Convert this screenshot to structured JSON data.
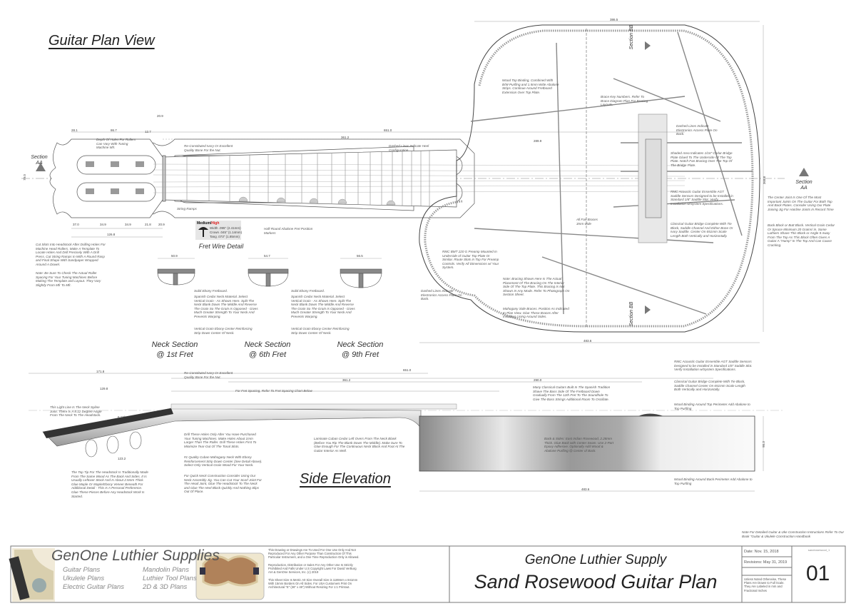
{
  "titles": {
    "plan_view": "Guitar Plan View",
    "side_elevation": "Side Elevation",
    "fret_wire_detail": "Fret Wire Detail",
    "neck_sections": [
      "Neck Section\n@ 1st Fret",
      "Neck Section\n@ 6th Fret",
      "Neck Section\n@ 9th Fret"
    ]
  },
  "section_markers": {
    "aa_left": "Section\nAA",
    "aa_right": "Section\nAA",
    "bb_top": "Section BB",
    "bb_bottom": "Section BB"
  },
  "fret_wire": {
    "grade_medium": "Medium/",
    "grade_high": "High",
    "width": "Width .095\" (2.41mm)",
    "crown": "Crown .045\" (1.14mm)",
    "tang": "Tang .073\" (1.85mm)",
    "high_color": "#e02020"
  },
  "dimensions": {
    "headstock": [
      "28.1",
      "86.7",
      "12.7",
      "20.9",
      "37.0",
      "34.9",
      "34.9",
      "21.8",
      "20.9",
      "126.8",
      "79.0"
    ],
    "plan_scale": "651.0",
    "plan_fret12": "361.2",
    "body_width": "386.5",
    "body_length": "483.6",
    "bridge": "289.9",
    "lower_bout": "368.8",
    "neck_sections": [
      "50.9",
      "54.7",
      "56.5"
    ],
    "side_171": "171.8",
    "side_129": "129.8",
    "side_scale": "651.0",
    "side_12": "361.2",
    "side_290": "290.0",
    "side_body": "483.6",
    "side_depth": "95.3",
    "side_angle": "8.12°",
    "side_123": "123.2"
  },
  "notes": {
    "depth_holes": "Depth Of Holes For Rollers Can Vary With Tuning Machine Mfr.",
    "nut": "Re-Constituted Ivory Or Excellent Quality Bone For the Nut.",
    "string_ramps": "String Ramps",
    "cut_slots": "Cut Slots Into Headstock After Drilling Holes For Machine Head Rollers. Make A Template To Locate Holes And Drill Precisely With A Drill Press. Cut String Ramps In With A Round Rasp and Final Shape With Sandpaper Wrapped Around A Dowel.",
    "check_rollers": "Note: Be Sure To Check The Actual Roller Spacing For Your Tuning Machines Before Making The Template and Layout. They Vary Slightly From Mfr To Mfr.",
    "fret_markers": "Half-Round Abalone Fret Position Markers",
    "dashed_heel": "Dashed Lines Indicate Heel Configuration.",
    "solid_ebony": "Solid Ebony Fretboard.",
    "spanish_cedar": "Spanish Cedar Neck Material. Select Vertical Grain - As Shown Here. Split The Neck Blank Down The Middle And Reverse The Grain So The Grain Is Opposed - Gives Much Greater Strength To Your Neck And Prevents Warping.",
    "ebony_strip": "Vertical Grain Ebony Center Reinforcing Strip Down Center Of Neck.",
    "binding": "Wood Top Binding, Combined With B/W Purfling and 1.5mm Wide Abalone Strips. Continue Around Fretboard Extension Over Top Plate.",
    "brace_key": "Brace Key Numbers. Refer To Brace Diagram Plan For Bracing Layouts.",
    "electronics_plate": "Dashed Lines Indicate Electronics Access Plate On Back.",
    "bridge_plate": "Shaded Area Indicates 1/16\" Cedar Bridge Plate Glued To The Underside Of The Top Plate. Notch Fan Bracing Over The Top Of The Bridge Plate.",
    "rmc_saddle": "RMC Acoustic Guitar Ensemble AGT Saddle Sensors Designed to be Installed in Standard 1/8\" Saddle Slot. Verify Installation w/System Specifications.",
    "fan_braces": "All Fan Braces 3mm wide",
    "bridge_complete": "Classical Guitar Bridge Complete With Tie Block, Saddle Channel And Either Bone Or Ivory Saddle. Center On 651mm Scale Length Both Vertically and Horizontally.",
    "center_joint": "The Center Joint Is One Of The Most Important Joints On The Guitar For Both Top And Back Plates. Consider Using Our Plate Joining Jig For Hairline Joints In Record Time",
    "back_block": "Back Block or Butt Block. Vertical Grain Cedar Or Spruce Minimum 20 Grains/ in. Some Luthiers Shave This Block or Angle It Away From The Top As This Block Often Gives A Guitar A \"Hump\" In The Top And Can Cause Cracking.",
    "preamp": "RMC BMT 220 G Preamp Mounted In Underside of Guitar Top Plate Or Similar. Route Slots in Top For Preamp Controls. Verify All Dimensions w/ Your System.",
    "access_plate": "Dashed Lines Indicate Electronics Access Plate On Back.",
    "bracing_shown": "Note: Bracing Shown Here Is The Actual Placement Of The Bracing On The Interior Side Of The Top Plate. This Bracing Is Not Shown In Any Mode. Refer To Photograph On Section Sheet.",
    "mahogany_braces": "Mahogany Side Braces. Position As Indicated In Plan View. Glue These Braces After Installing Lining Around Sides.",
    "fret_spacing": "For Fret Spacing, Refer To Fret Spacing Chart Below",
    "neck_spline": "This Light Line Is The Neck Spline Joint. There Is A 8.12 Degree Angle From The Neck To The Headstock.",
    "drill_holes": "Drill These Holes Only After You Have Purchased Your Tuning Machines. Make Holes About 1mm Larger Than The Roller. Drill These Holes First To Minimize Tear-Out Of The Tonal Slots.",
    "mahogany_neck": "#1 Quality Cuban Mahogany Neck With Ebony Reinforcement Strip Down Center (See Detail Above). Select Only Vertical Grain Wood For Your Neck.",
    "quick_neck": "For Quick Neck Construction Consider Using Our Neck Assembly Jig. You Can Cut Your Scarf Joint For The Head Joint, Glue The Headstock To The Neck and Glue The Heel Block Quickly And Nothing Slips Out Of Place.",
    "top_tip": "The Top Tip For The Headstock Is Traditionally Made From The Same Wood As The Back And Sides. It Is Usually Leftover Stock And Is About 2.5mm Thick. Glue Maple Or Maple/Ebony Veneer Beneath For Additional Detail - This Is A Personal Preference. Glue These Pieces Before Any Headstock Work Is Started.",
    "laminate": "Laminate Cuban Cedar Left Overs From The Neck Blank (Before You Rip The Blank Down The Middle). Make Sure To Glue Enough For The Continuous Neck Block And Foot At The Guitar Interior As Well.",
    "spanish_tradition": "Many Classical Guitars Built In The Spanish Tradition Shave The Bass Side Of The Fretboard Down Gradually From The 12th Fret To The Soundhole To Give The Bass Strings Additional Room To Oscillate.",
    "back_sides": "Back & Sides: East Indian Rosewood, 2.28mm Thick. Glue Back with Center Seam. Use 2-Part Epoxy Adhesive. Optionally Add Wood & Abalone Purfling @ Center of Back.",
    "side_rmc": "RMC Acoustic Guitar Ensemble AGT Saddle Sensors Designed to be Installed in Standard 1/8\" Saddle Slot. Verify Installation w/System Specifications.",
    "side_bridge": "Classical Guitar Bridge Complete With Tie Block, Saddle Channel Center On 651mm Scale Length Both Vertically and Horizontally.",
    "binding_top": "Wood Binding Around Top Perimeter Add Abalone to Top Purfling",
    "binding_back": "Wood Binding Around Back Perimeter Add Abalone to Top Purfling",
    "book": "Note For Detailed Guitar & Uke Construction Instructions Refer To Our Book \"Guitar & Ukulele Construction Handbook"
  },
  "title_block": {
    "company": "GenOne Luthier Supplies",
    "products": [
      "Guitar Plans",
      "Ukulele Plans",
      "Electric Guitar Plans",
      "Mandolin Plans",
      "Luthier Tool Plans",
      "2D & 3D Plans"
    ],
    "legal_1": "This Drawing or Drawings Are To Used For One Use Only And Not Reproduced For Any Other Purpose Than Construction Of This Particular Instrument, and a One Time Reproduction Only is Allowed.",
    "legal_2": "Reproduction, Distribution or Sales For Any Other Use Is Strictly Prohibited And Falls Under U.S Copyright Laws For David VerBurg AIA & GenOne Services, Inc. (c) 2019",
    "legal_3": "This Sheet Size Is Metric A0 Size Overall Size is 1189mm x 841mm With 15mm Borders On All Sides. For USA Customers Print On Architectural \"E\" (36\" x 48\") Without Resizing For 1:1 Printout.",
    "supply": "GenOne Luthier Supply",
    "plan_name": "Sand Rosewood Guitar Plan",
    "date": "Date: Nov. 15, 2018",
    "revisions": "Revisions: May 31, 2019",
    "scale_note": "Unless Noted Otherwise, These Plans Are Drawn to Full Scale. They Are Labeled in mm and Fractional Inches",
    "file_id": "sandrosewood_1",
    "sheet_number": "01"
  }
}
